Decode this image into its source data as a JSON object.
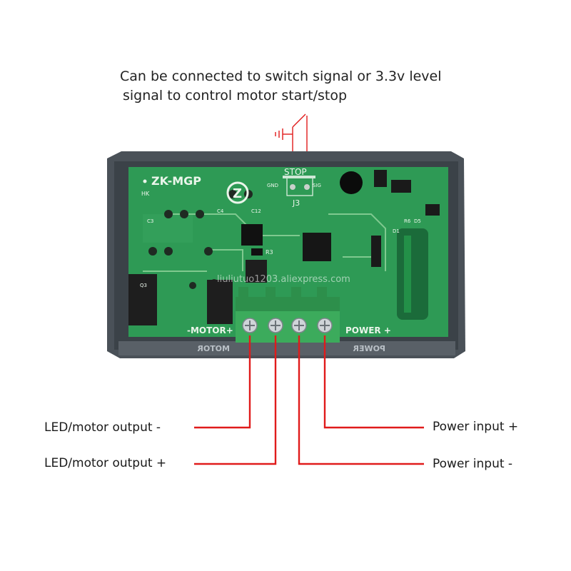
{
  "caption": {
    "line1": "Can be connected to switch signal or 3.3v level",
    "line2": "signal to control motor start/stop"
  },
  "board": {
    "model": "ZK-MGP",
    "hk": "HK",
    "stop_label": "STOP",
    "gnd_label": "GND",
    "sig_label": "SIG",
    "j3_label": "J3",
    "motor_label": "-MOTOR+",
    "power_label": "POWER +",
    "motor_mirror": "MOTOR",
    "power_mirror": "POWER",
    "components": {
      "c3": "C3",
      "c4": "C4",
      "c12": "C12",
      "r3": "R3",
      "q3": "Q3",
      "r6": "R6",
      "d5": "D5",
      "d1": "D1"
    },
    "watermark": "liuliutuo1203.aliexpress.com"
  },
  "labels": {
    "led_minus": "LED/motor output -",
    "led_plus": "LED/motor output +",
    "power_plus": "Power input +",
    "power_minus": "Power input -"
  },
  "colors": {
    "lead": "#e01b1b",
    "pcb": "#2e9a55",
    "housing": "#4a5158",
    "terminal": "#3cab5c"
  }
}
